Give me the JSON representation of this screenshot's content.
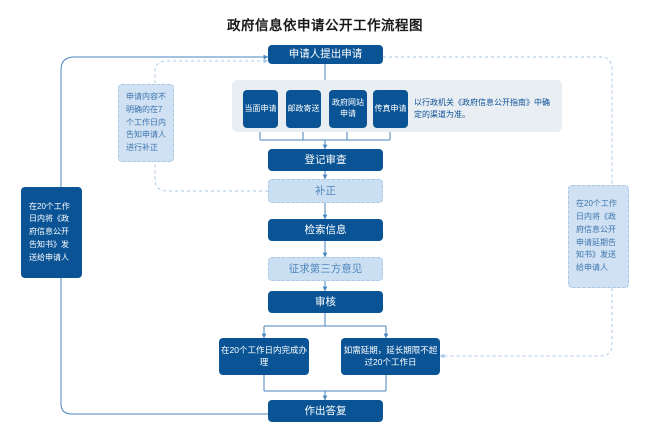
{
  "title": "政府信息依申请公开工作流程图",
  "colors": {
    "primary": "#0a5496",
    "light_fill": "#cbdff2",
    "light_text": "#4f86bd",
    "band": "#e9eef3",
    "line": "#4a86c0",
    "dashed": "#a9c8e6"
  },
  "nodes": {
    "apply": "申请人提出申请",
    "channels": [
      "当面申请",
      "邮政寄送",
      "政府网站申请",
      "传真申请"
    ],
    "register": "登记审查",
    "supplement": "补正",
    "search": "检索信息",
    "third_party": "征求第三方意见",
    "review": "审核",
    "finish_20": "在20个工作日内完成办理",
    "extend_20": "如需延期，延长期限不超过20个工作日",
    "reply": "作出答复"
  },
  "notes": {
    "channel_note": "以行政机关《政府信息公开指南》中确定的渠道为准。",
    "supplement_note": "申请内容不明确的在7个工作日内告知申请人进行补正",
    "left_note": "在20个工作日内将《政府信息公开告知书》发送给申请人",
    "right_note": "在20个工作日内将《政府信息公开申请延期告知书》发送给申请人"
  }
}
